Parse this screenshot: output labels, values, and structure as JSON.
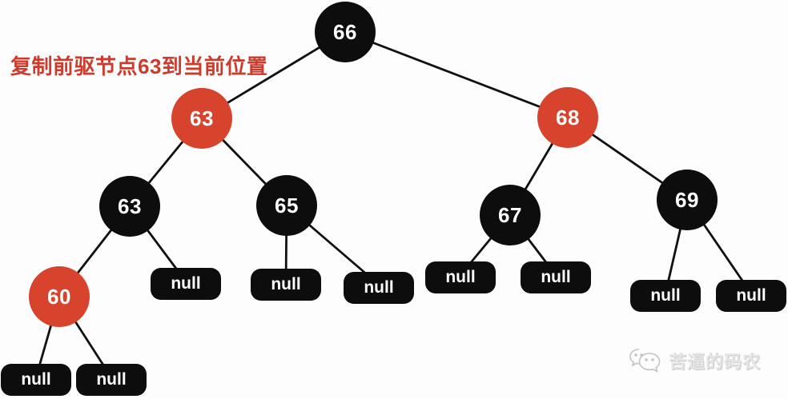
{
  "annotation": {
    "text": "复制前驱节点63到当前位置"
  },
  "watermark": {
    "text": "苦逼的码农",
    "icon": "chat-bubbles-icon"
  },
  "colors": {
    "node_black": "#0d0d0d",
    "node_red": "#d8432e",
    "edge_color": "#111111",
    "annotation_red": "#cd3b2d",
    "bg": "#fdfdfd",
    "watermark_gray": "#e6e6e6",
    "watermark_shadow": "#c3c3c3"
  },
  "tree": {
    "type": "binary-search-tree",
    "nodes": [
      {
        "label": "66",
        "color": "black",
        "role": "root"
      },
      {
        "label": "63",
        "color": "red",
        "role": "left child of 66"
      },
      {
        "label": "68",
        "color": "red",
        "role": "right child of 66"
      },
      {
        "label": "63",
        "color": "black",
        "role": "left child of red 63"
      },
      {
        "label": "65",
        "color": "black",
        "role": "right child of red 63"
      },
      {
        "label": "67",
        "color": "black",
        "role": "left child of 68"
      },
      {
        "label": "69",
        "color": "black",
        "role": "right child of 68"
      },
      {
        "label": "60",
        "color": "red",
        "role": "left child of black 63"
      }
    ],
    "leaves": [
      {
        "label": "null"
      },
      {
        "label": "null"
      },
      {
        "label": "null"
      },
      {
        "label": "null"
      },
      {
        "label": "null"
      },
      {
        "label": "null"
      },
      {
        "label": "null"
      },
      {
        "label": "null"
      },
      {
        "label": "null"
      }
    ]
  }
}
